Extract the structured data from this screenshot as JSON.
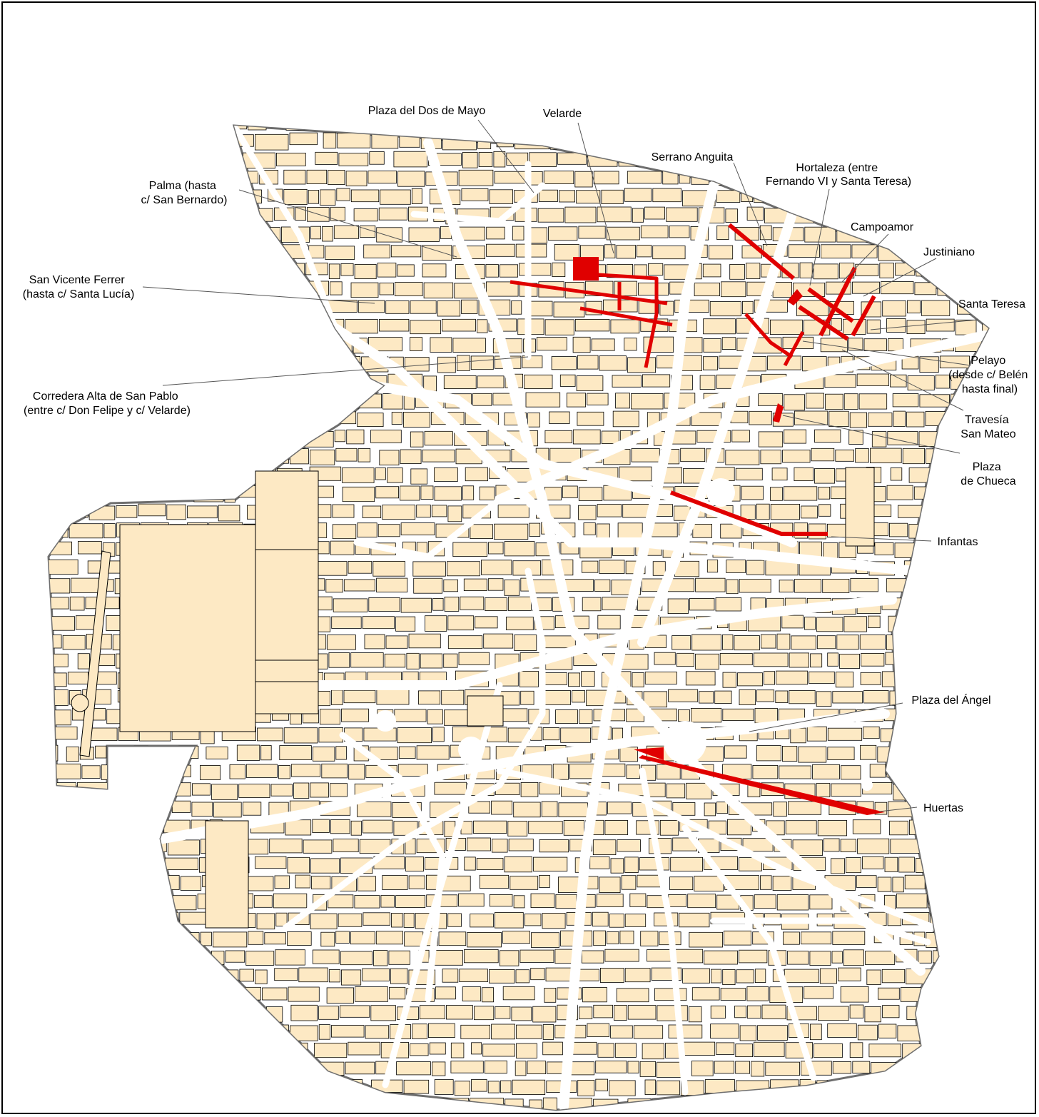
{
  "map": {
    "colors": {
      "block_fill": "#fde9c4",
      "block_stroke": "#000000",
      "street_bg": "#ffffff",
      "boundary": "#6e6e6e",
      "highlight": "#e00000",
      "leader": "#555555"
    },
    "labels": [
      {
        "id": "plaza-del-dos-de-mayo",
        "lines": [
          "Plaza del Dos de Mayo"
        ]
      },
      {
        "id": "velarde",
        "lines": [
          "Velarde"
        ]
      },
      {
        "id": "serrano-anguita",
        "lines": [
          "Serrano Anguita"
        ]
      },
      {
        "id": "hortaleza",
        "lines": [
          "Hortaleza (entre",
          "Fernando VI y Santa Teresa)"
        ]
      },
      {
        "id": "palma",
        "lines": [
          "Palma (hasta",
          "c/ San Bernardo)"
        ]
      },
      {
        "id": "campoamor",
        "lines": [
          "Campoamor"
        ]
      },
      {
        "id": "justiniano",
        "lines": [
          "Justiniano"
        ]
      },
      {
        "id": "san-vicente-ferrer",
        "lines": [
          "San Vicente Ferrer",
          "(hasta c/ Santa Lucía)"
        ]
      },
      {
        "id": "santa-teresa",
        "lines": [
          "Santa Teresa"
        ]
      },
      {
        "id": "pelayo",
        "lines": [
          "Pelayo",
          "(desde c/ Belén",
          "hasta final)"
        ]
      },
      {
        "id": "corredera-alta",
        "lines": [
          "Corredera Alta de San Pablo",
          "(entre c/ Don Felipe y c/ Velarde)"
        ]
      },
      {
        "id": "travesia-san-mateo",
        "lines": [
          "Travesía",
          "San Mateo"
        ]
      },
      {
        "id": "plaza-de-chueca",
        "lines": [
          "Plaza",
          "de Chueca"
        ]
      },
      {
        "id": "infantas",
        "lines": [
          "Infantas"
        ]
      },
      {
        "id": "plaza-del-angel",
        "lines": [
          "Plaza del Ángel"
        ]
      },
      {
        "id": "huertas",
        "lines": [
          "Huertas"
        ]
      }
    ]
  }
}
